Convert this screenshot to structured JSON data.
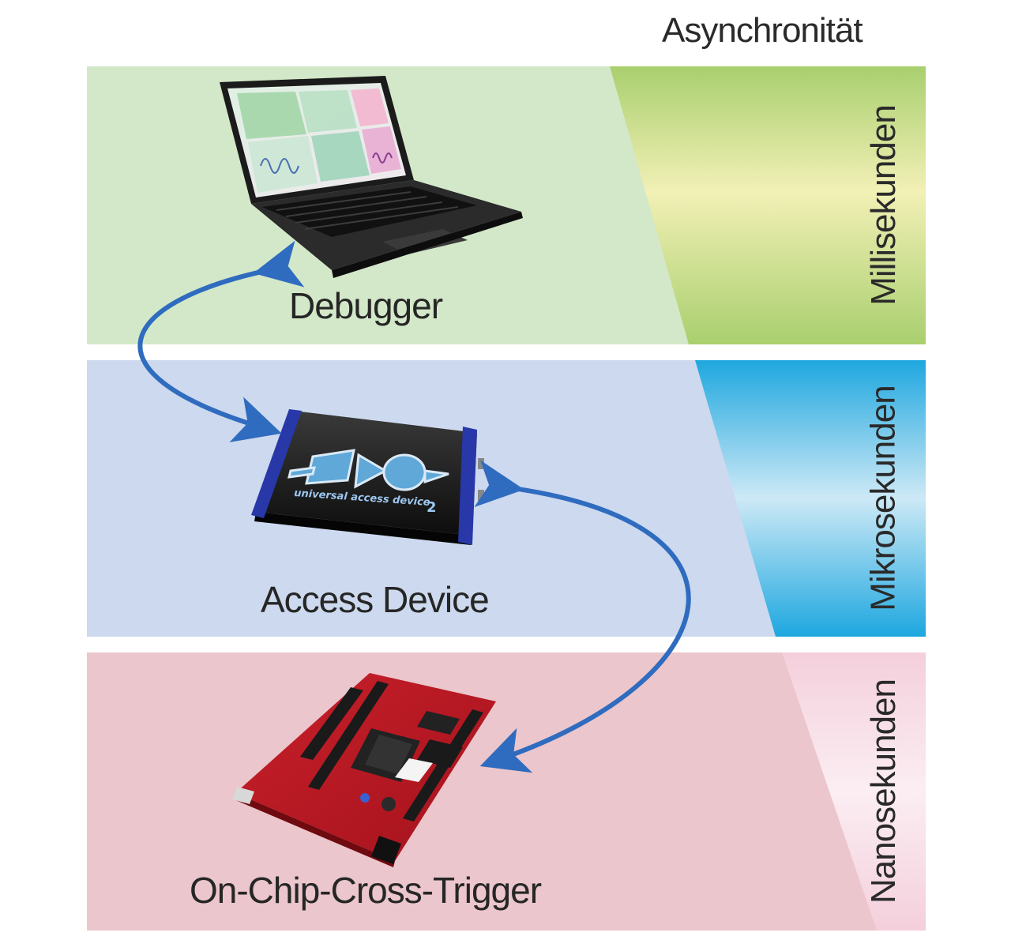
{
  "title": "Asynchronität",
  "bands": [
    {
      "id": "ms",
      "label": "Millisekunden",
      "device": "Debugger",
      "color_left": "#d3e8c9",
      "color_right": "#c7e08e"
    },
    {
      "id": "us",
      "label": "Mikrosekunden",
      "device": "Access Device",
      "color_left": "#cdd9ee",
      "color_right": "#3ab6e4"
    },
    {
      "id": "ns",
      "label": "Nanosekunden",
      "device": "On-Chip-Cross-Trigger",
      "color_left": "#ebc6cc",
      "color_right": "#f7dbe4"
    }
  ],
  "access_device_branding": {
    "line1": "universal access device",
    "line2": "2"
  },
  "colors": {
    "arrow": "#2f6cbf"
  }
}
